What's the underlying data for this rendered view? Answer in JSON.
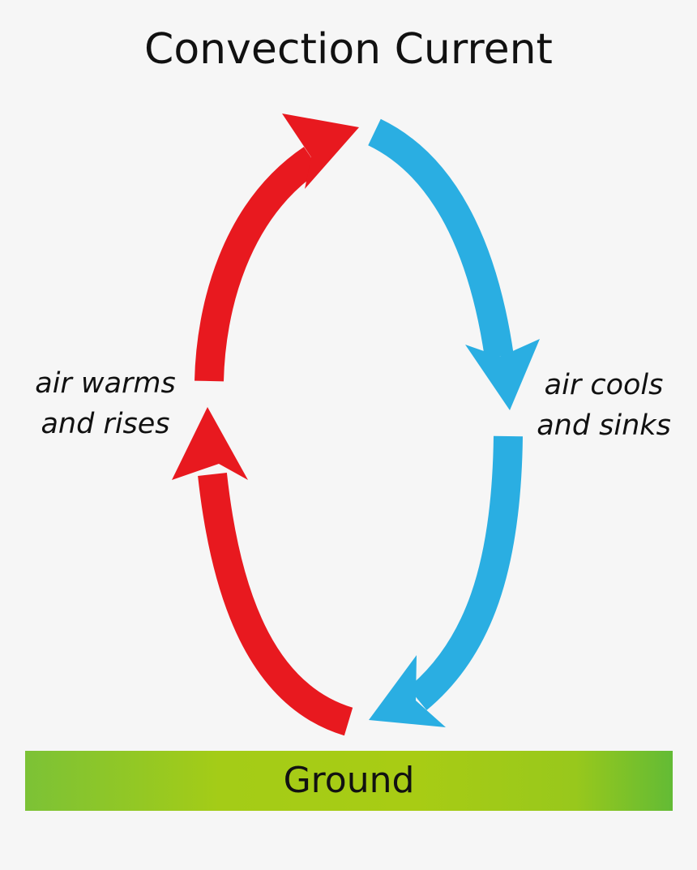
{
  "title": "Convection Current",
  "labels": {
    "left_line1": "air warms",
    "left_line2": "and rises",
    "right_line1": "air cools",
    "right_line2": "and sinks"
  },
  "ground": {
    "label": "Ground"
  },
  "colors": {
    "warm_arrow": "#e8191f",
    "cool_arrow": "#2aaee2",
    "ground_green": "#a4cc17",
    "background": "#f6f6f6"
  },
  "icons": {
    "warm": "arrow-up-curved",
    "cool": "arrow-down-curved"
  }
}
